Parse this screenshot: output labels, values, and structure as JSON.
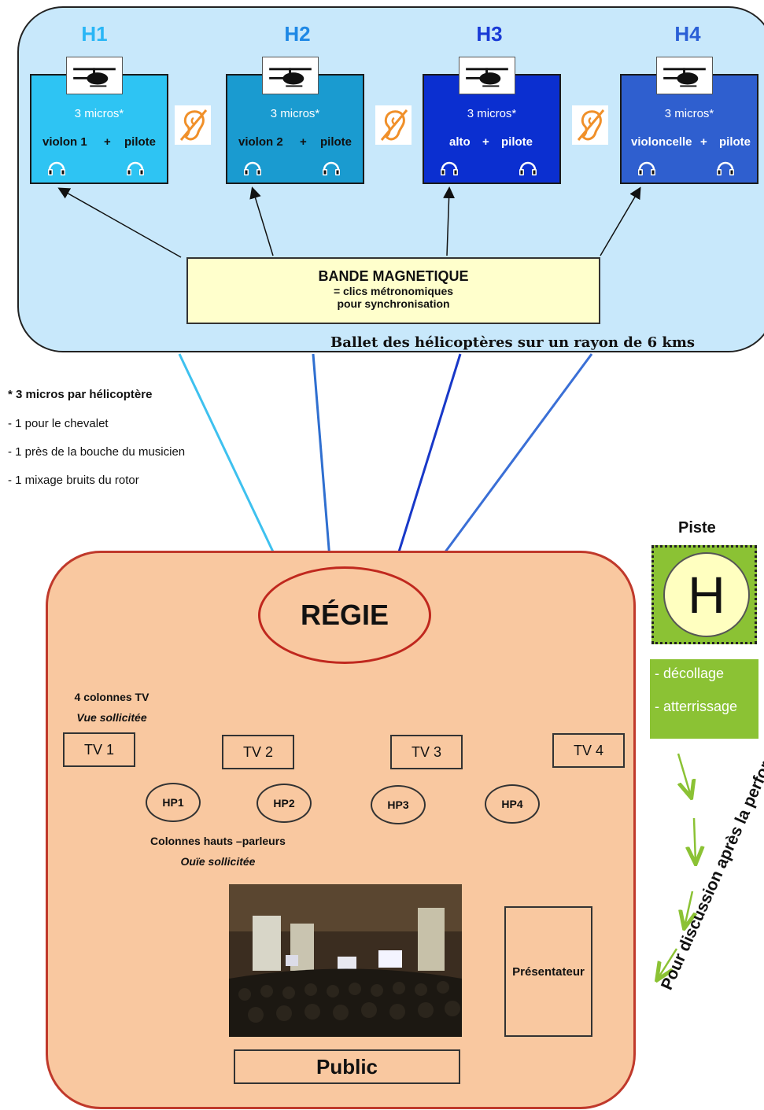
{
  "helicopters": [
    {
      "title": "H1",
      "title_color": "#29b6f6",
      "box_color": "#2ec4f3",
      "micros": "3 micros*",
      "musician": "violon 1",
      "plus": "+",
      "pilot": "pilote"
    },
    {
      "title": "H2",
      "title_color": "#1e88e5",
      "box_color": "#1a9bd0",
      "micros": "3 micros*",
      "musician": "violon 2",
      "plus": "+",
      "pilot": "pilote"
    },
    {
      "title": "H3",
      "title_color": "#1a3bd6",
      "box_color": "#0b2fd0",
      "micros": "3 micros*",
      "musician": "alto",
      "plus": "+",
      "pilot": "pilote"
    },
    {
      "title": "H4",
      "title_color": "#2a5fd6",
      "box_color": "#2f5fcf",
      "micros": "3 micros*",
      "musician": "violoncelle",
      "plus": "+",
      "pilot": "pilote"
    }
  ],
  "bande": {
    "title": "BANDE MAGNETIQUE",
    "line1": "= clics métronomiques",
    "line2": "pour synchronisation"
  },
  "ballet": "Ballet des hélicoptères sur un rayon de 6 kms",
  "notes": {
    "title": "* 3 micros par hélicoptère",
    "items": [
      "- 1 pour le chevalet",
      "- 1 près de la bouche du musicien",
      "- 1 mixage bruits du rotor"
    ]
  },
  "regie": "RÉGIE",
  "tv_caption": {
    "title": "4 colonnes TV",
    "subtitle": "Vue sollicitée"
  },
  "tvs": [
    "TV 1",
    "TV 2",
    "TV 3",
    "TV 4"
  ],
  "speakers": [
    "HP1",
    "HP2",
    "HP3",
    "HP4"
  ],
  "hp_caption": {
    "title": "Colonnes hauts –parleurs",
    "subtitle": "Ouïe sollicitée"
  },
  "presentateur": "Présentateur",
  "public": "Public",
  "piste": {
    "label": "Piste",
    "helipad": "H",
    "actions": [
      "- décollage",
      "- atterrissage"
    ]
  },
  "discussion": "Pour discussion après la performance",
  "colors": {
    "sky": "#c8e8fb",
    "stage": "#f9c8a0",
    "stage_border": "#c0392b",
    "pad_green": "#8bc234",
    "arrow_green": "#8bc234"
  }
}
